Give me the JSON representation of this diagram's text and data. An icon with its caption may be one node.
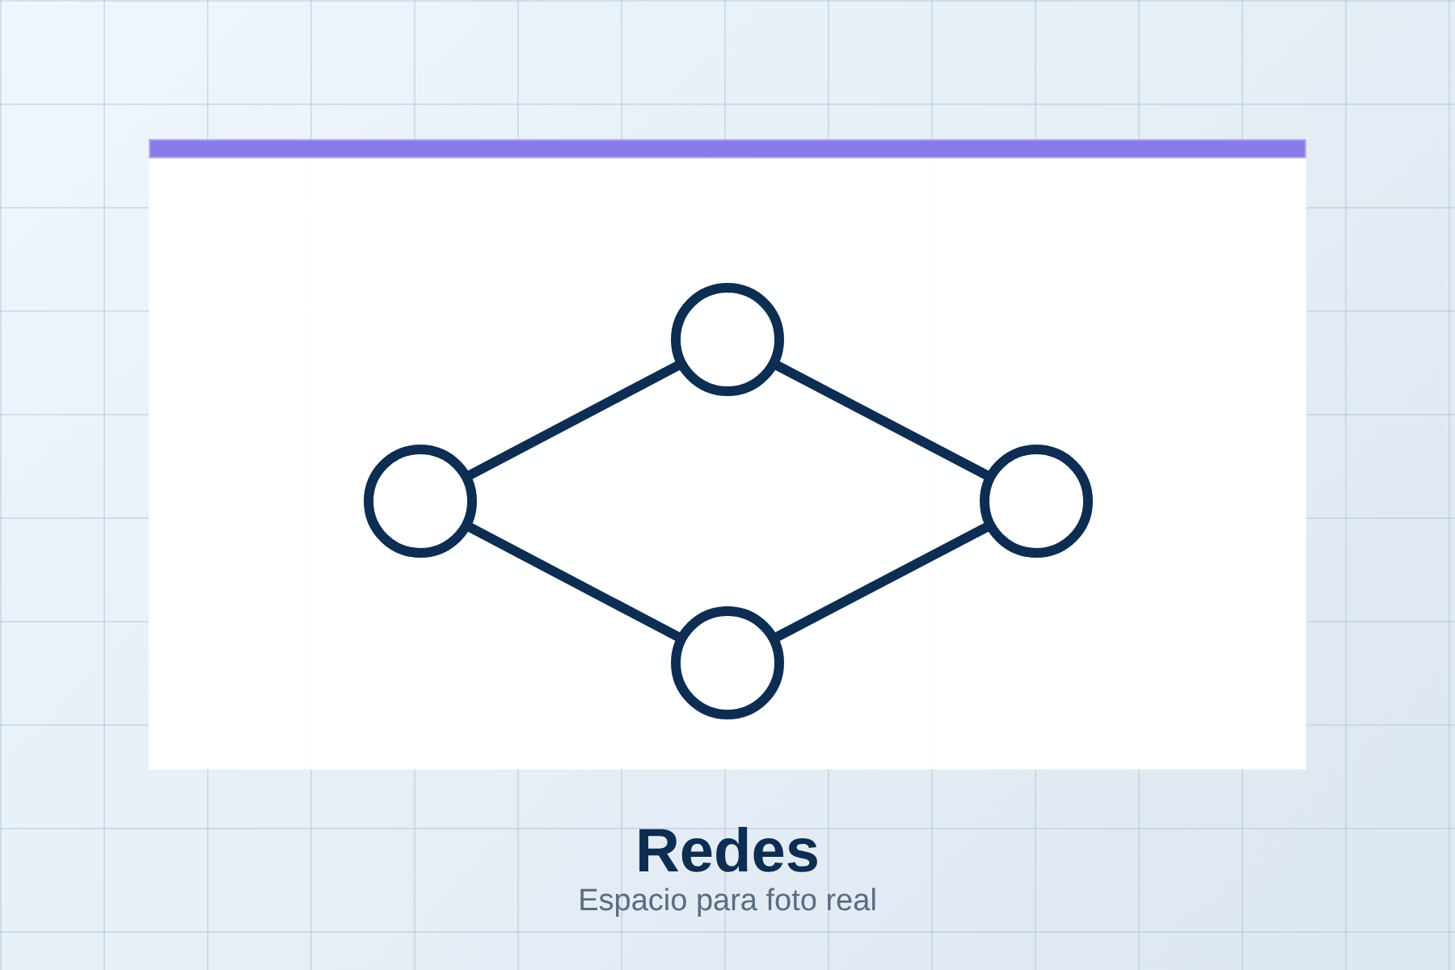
{
  "diagram": {
    "title": "Redes",
    "caption": "Espacio para foto real",
    "nodes": [
      {
        "text": [],
        "shape": "circle"
      },
      {
        "text": [],
        "shape": "circle"
      },
      {
        "text": [],
        "shape": "circle"
      },
      {
        "text": [],
        "shape": "circle"
      }
    ],
    "edges": [
      {
        "from": 0,
        "to": 1,
        "arrow": "none"
      },
      {
        "from": 1,
        "to": 3,
        "arrow": "none"
      },
      {
        "from": 0,
        "to": 2,
        "arrow": "none"
      },
      {
        "from": 2,
        "to": 3,
        "arrow": "none"
      }
    ]
  }
}
